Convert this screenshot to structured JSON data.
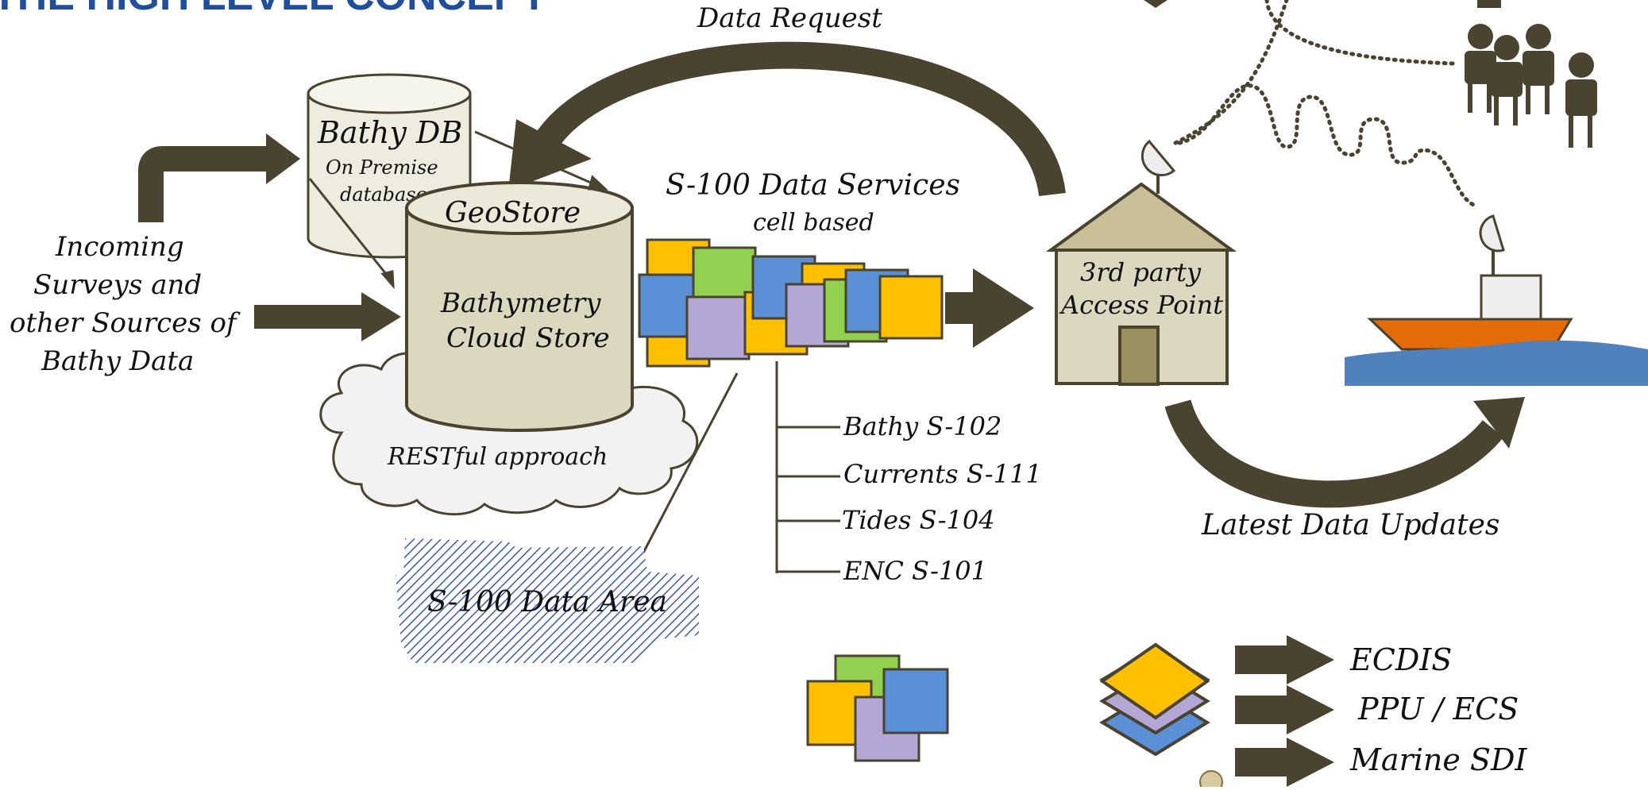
{
  "title": "THE HIGH LEVEL CONCEPT",
  "data_request": "Data Request",
  "bathy_db": {
    "title": "Bathy DB",
    "sub1": "On Premise",
    "sub2": "database"
  },
  "geostore": {
    "title": "GeoStore",
    "line1": "Bathymetry",
    "line2": "Cloud Store"
  },
  "restful": "RESTful approach",
  "incoming": [
    "Incoming",
    "Surveys and",
    "other Sources of",
    "Bathy Data"
  ],
  "services": {
    "title": "S-100 Data Services",
    "subtitle": "cell based"
  },
  "products": [
    "Bathy S-102",
    "Currents S-111",
    "Tides S-104",
    "ENC S-101"
  ],
  "data_area": "S-100 Data Area",
  "access_point": [
    "3rd party",
    "Access Point"
  ],
  "latest_updates": "Latest Data Updates",
  "outputs": [
    "ECDIS",
    "PPU / ECS",
    "Marine SDI"
  ],
  "colors": {
    "dark_olive": "#4a4330",
    "cylinder_fill": "#dcd8c0",
    "cylinder_top": "#ece9d8",
    "tile_yellow": "#ffc000",
    "tile_green": "#92d050",
    "tile_blue": "#5b8fd6",
    "tile_purple": "#b4a7d6",
    "sea_blue": "#4f81bd",
    "hull_orange": "#e36c09",
    "title_blue": "#1f4e9c"
  },
  "icons": [
    "people-icon",
    "satellite-dish-icon",
    "house-icon",
    "ship-icon",
    "layer-stack-icon",
    "data-tiles-icon",
    "cloud-icon",
    "database-cylinder-icon"
  ]
}
